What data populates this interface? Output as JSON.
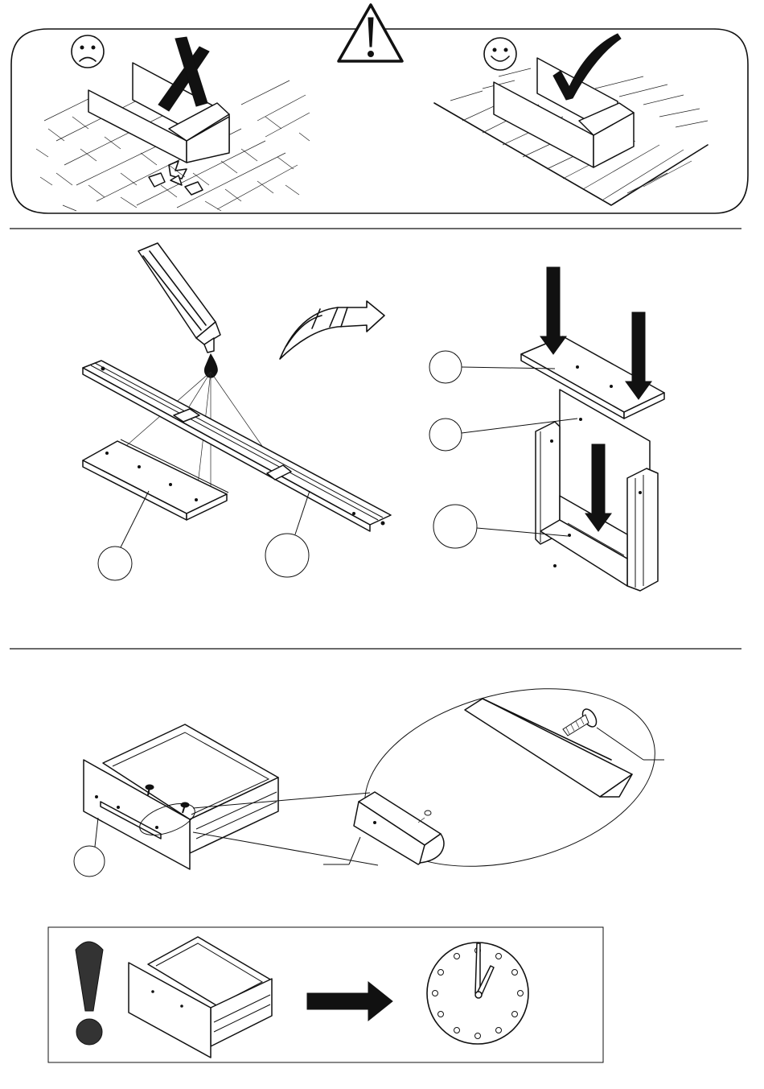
{
  "sheet": {
    "sections": [
      {
        "id": "surface-warning",
        "icons": [
          "warning-triangle-icon",
          "sad-face-icon",
          "cross-mark-icon",
          "happy-face-icon",
          "check-mark-icon"
        ]
      },
      {
        "id": "glue-and-assemble",
        "icons": [
          "glue-tube-icon",
          "glue-drop-icon",
          "rotate-arrow-icon",
          "down-arrow-icon"
        ]
      },
      {
        "id": "handle-screws",
        "icons": [
          "screw-icon",
          "detail-ellipse"
        ]
      },
      {
        "id": "drying-time",
        "icons": [
          "exclamation-icon",
          "right-arrow-icon",
          "clock-icon"
        ]
      }
    ],
    "callouts": {
      "top_board": "",
      "back_panel": "",
      "frame": "",
      "side_board": "",
      "long_rail": "",
      "drawer_front": ""
    },
    "colors": {
      "ink": "#111111",
      "paper": "#ffffff"
    }
  }
}
